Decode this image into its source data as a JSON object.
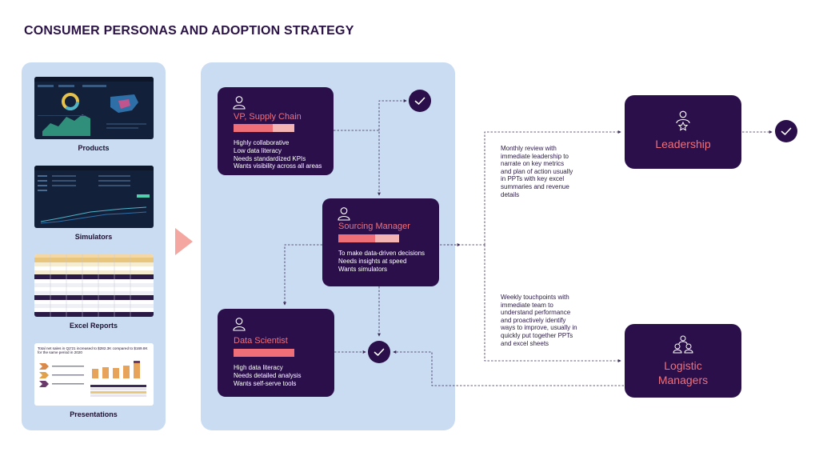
{
  "title": "CONSUMER PERSONAS AND ADOPTION STRATEGY",
  "left_panel": {
    "items": [
      {
        "label": "Products"
      },
      {
        "label": "Simulators"
      },
      {
        "label": "Excel Reports"
      },
      {
        "label": "Presentations"
      }
    ],
    "presentation_text": "Total net sales in Q2'21 increased to $282.3K compared to $169.8K for the same period in 2020"
  },
  "personas": [
    {
      "name": "VP, Supply Chain",
      "bar_fill": 0.64,
      "points": [
        "Highly collaborative",
        "Low data literacy",
        "Needs standardized KPIs",
        "Wants visibility across all areas"
      ]
    },
    {
      "name": "Sourcing Manager",
      "bar_fill": 0.61,
      "points": [
        "To make data-driven decisions",
        "Needs insights at speed",
        "Wants simulators"
      ]
    },
    {
      "name": "Data Scientist",
      "bar_fill": 1.0,
      "points": [
        "High data literacy",
        "Needs detailed analysis",
        "Wants self-serve tools"
      ]
    }
  ],
  "stakeholders": [
    {
      "name": "Leadership"
    },
    {
      "name_line1": "Logistic",
      "name_line2": "Managers"
    }
  ],
  "notes": {
    "monthly": [
      "Monthly review with",
      "immediate leadership to",
      "narrate on key metrics",
      "and plan of action usually",
      "in PPTs with key excel",
      "summaries and revenue",
      "details"
    ],
    "weekly": [
      "Weekly touchpoints with",
      "immediate team to",
      "understand performance",
      "and proactively identify",
      "ways to improve, usually in",
      "quickly put together PPTs",
      "and excel sheets"
    ]
  },
  "colors": {
    "dark_purple": "#2a0f4a",
    "accent_coral": "#ee6f78",
    "panel_blue": "#c9dcf2",
    "arrow_pink": "#f4a7a1"
  },
  "icons": [
    "person-icon",
    "check-icon",
    "leader-star-icon",
    "group-icon"
  ]
}
